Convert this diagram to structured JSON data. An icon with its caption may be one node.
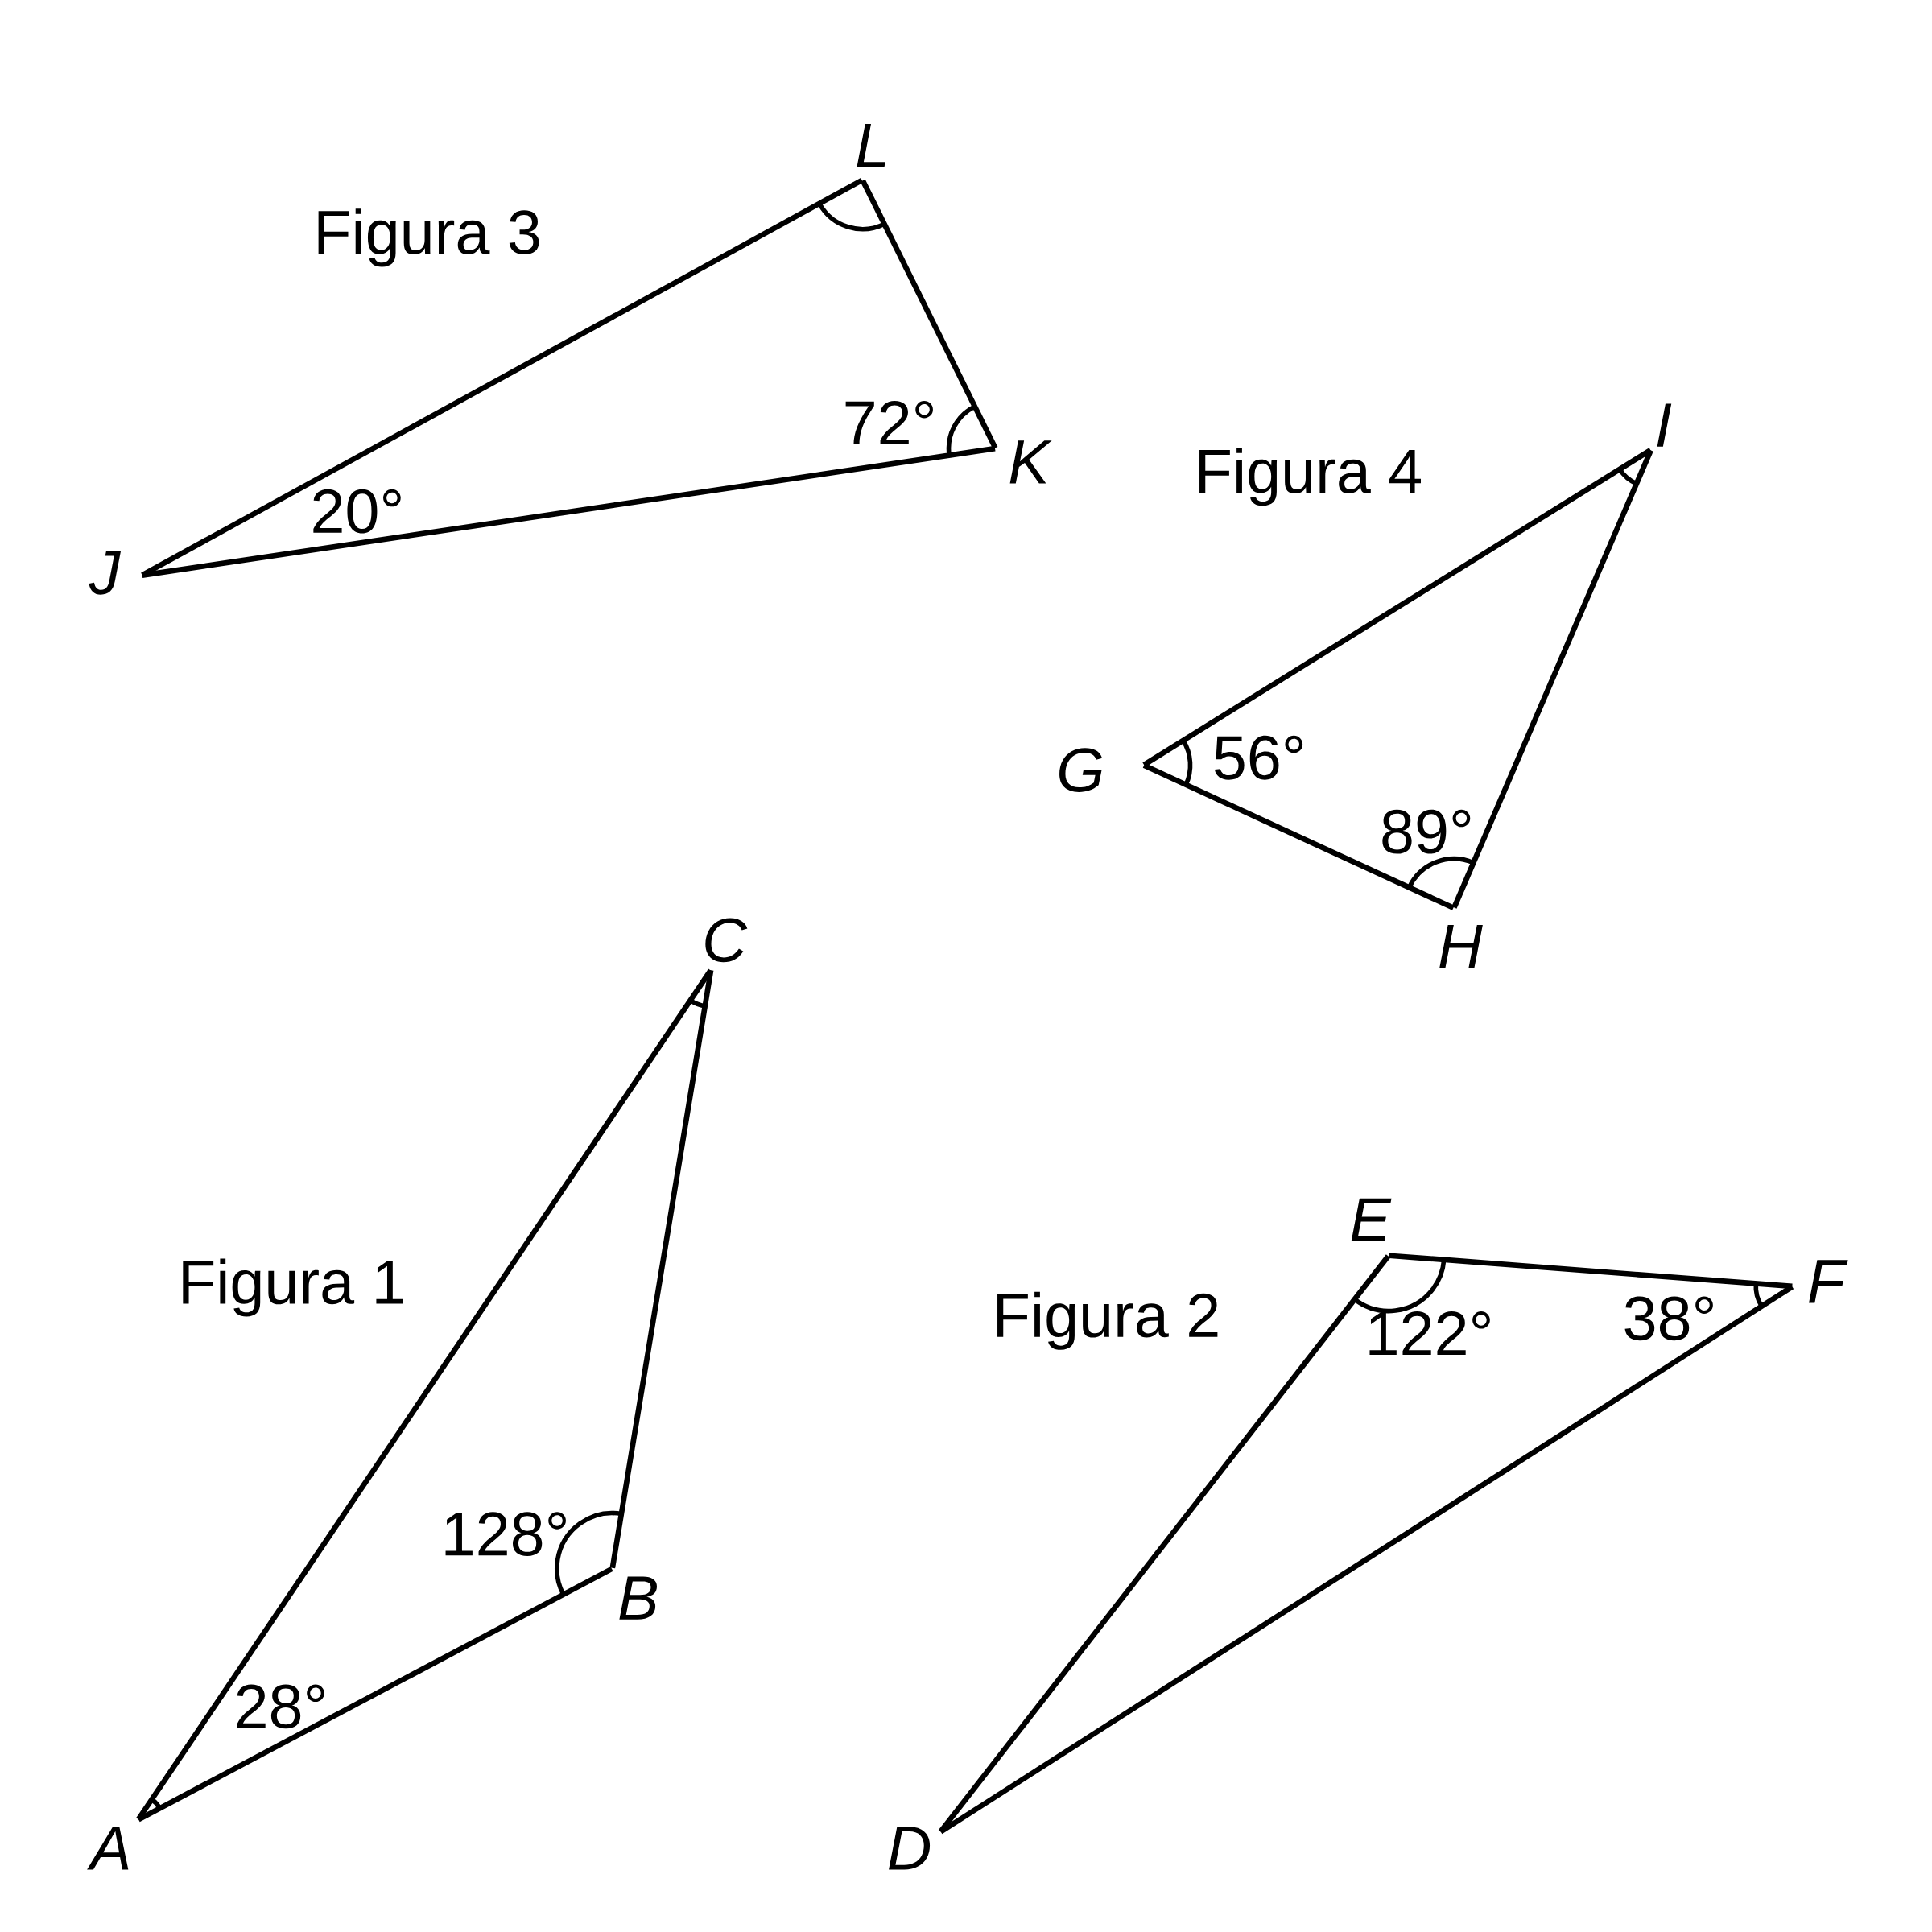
{
  "diagram": {
    "nodes": [
      {
        "text": [
          "L"
        ]
      },
      {
        "text": [
          "K"
        ],
        "beside": [
          "72°"
        ]
      },
      {
        "text": [
          "J"
        ],
        "beside": [
          "20°"
        ]
      },
      {
        "text": [
          "I"
        ]
      },
      {
        "text": [
          "G"
        ],
        "beside": [
          "56°"
        ]
      },
      {
        "text": [
          "H"
        ],
        "beside": [
          "89°"
        ]
      },
      {
        "text": [
          "C"
        ]
      },
      {
        "text": [
          "B"
        ],
        "beside": [
          "128°"
        ]
      },
      {
        "text": [
          "A"
        ],
        "beside": [
          "28°"
        ]
      },
      {
        "text": [
          "E"
        ],
        "beside": [
          "122°"
        ]
      },
      {
        "text": [
          "F"
        ],
        "beside": [
          "38°"
        ]
      },
      {
        "text": [
          "D"
        ]
      }
    ],
    "edges": [
      {
        "from": 0,
        "to": 1,
        "arrow": "none"
      },
      {
        "from": 1,
        "to": 2,
        "arrow": "none"
      },
      {
        "from": 2,
        "to": 0,
        "arrow": "none"
      },
      {
        "from": 3,
        "to": 4,
        "arrow": "none"
      },
      {
        "from": 4,
        "to": 5,
        "arrow": "none"
      },
      {
        "from": 5,
        "to": 3,
        "arrow": "none"
      },
      {
        "from": 6,
        "to": 7,
        "arrow": "none"
      },
      {
        "from": 7,
        "to": 8,
        "arrow": "none"
      },
      {
        "from": 8,
        "to": 6,
        "arrow": "none"
      },
      {
        "from": 9,
        "to": 10,
        "arrow": "none"
      },
      {
        "from": 10,
        "to": 11,
        "arrow": "none"
      },
      {
        "from": 11,
        "to": 9,
        "arrow": "none"
      }
    ],
    "labels": [
      "Figura 3",
      "Figura 4",
      "Figura 1",
      "Figura 2"
    ]
  }
}
